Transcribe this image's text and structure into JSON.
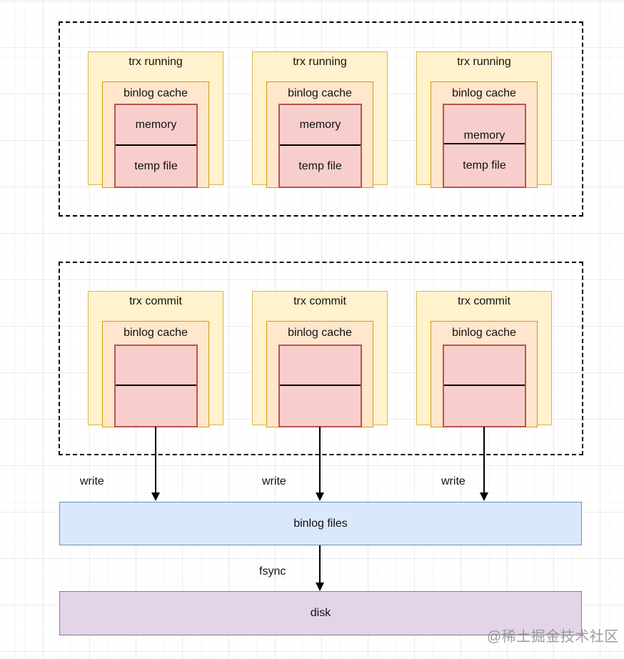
{
  "diagram": {
    "running_group": {
      "boxes": [
        {
          "title": "trx running",
          "cache_label": "binlog cache",
          "cells": [
            "memory",
            "temp file"
          ]
        },
        {
          "title": "trx running",
          "cache_label": "binlog cache",
          "cells": [
            "memory",
            "temp file"
          ]
        },
        {
          "title": "trx running",
          "cache_label": "binlog cache",
          "cells": [
            "memory",
            "temp file"
          ]
        }
      ]
    },
    "commit_group": {
      "boxes": [
        {
          "title": "trx commit",
          "cache_label": "binlog cache",
          "cells": [
            "",
            ""
          ]
        },
        {
          "title": "trx commit",
          "cache_label": "binlog cache",
          "cells": [
            "",
            ""
          ]
        },
        {
          "title": "trx commit",
          "cache_label": "binlog cache",
          "cells": [
            "",
            ""
          ]
        }
      ]
    },
    "write_labels": [
      "write",
      "write",
      "write"
    ],
    "fsync_label": "fsync",
    "binlog_files_label": "binlog files",
    "disk_label": "disk"
  },
  "watermark": "@稀土掘金技术社区",
  "colors": {
    "trx_box_fill": "#fff2cc",
    "trx_box_stroke": "#d6b656",
    "cache_box_fill": "#ffe6cc",
    "cache_box_stroke": "#d79b00",
    "cell_fill": "#f8cecc",
    "cell_stroke": "#b85450",
    "binlog_files_fill": "#dae8fc",
    "binlog_files_stroke": "#6c8ebf",
    "disk_fill": "#e1d5e7",
    "disk_stroke": "#9673a6",
    "arrow": "#000000"
  }
}
